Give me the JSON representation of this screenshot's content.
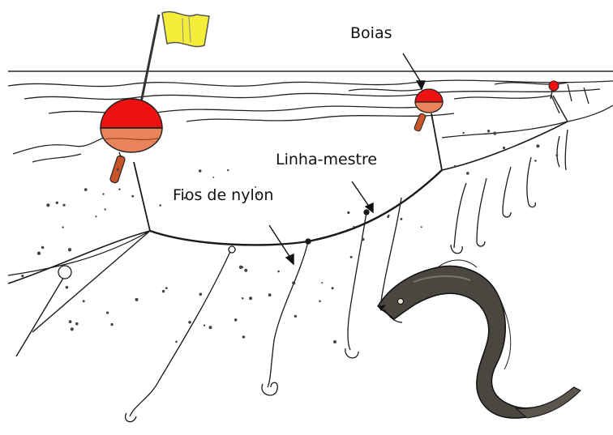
{
  "labels": {
    "buoys": "Boias",
    "main_line": "Linha-mestre",
    "nylon_lines": "Fios de nylon"
  },
  "colors": {
    "buoy_red": "#ee1111",
    "buoy_orange": "#e8835a",
    "flag_yellow": "#f4ee3a",
    "fish_dark": "#4a4640",
    "line": "#1a1a1a"
  }
}
